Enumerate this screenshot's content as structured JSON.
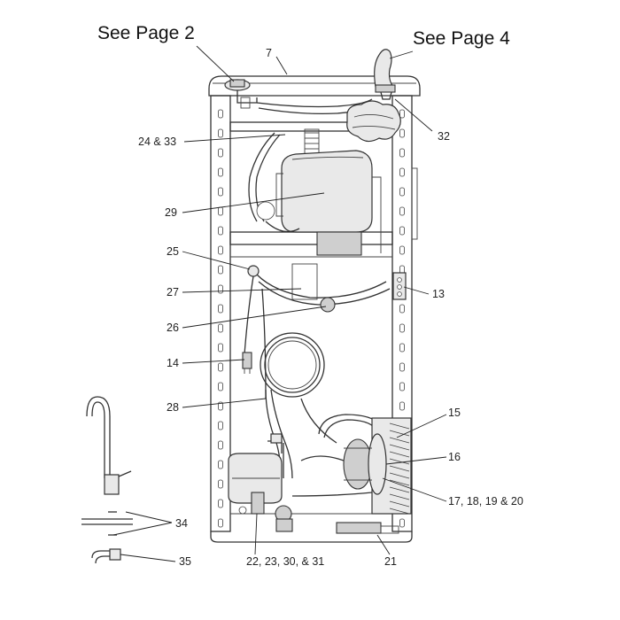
{
  "references": {
    "left": "See Page 2",
    "right": "See Page 4"
  },
  "callouts": {
    "c7": "7",
    "c24_33": "24 & 33",
    "c32": "32",
    "c29": "29",
    "c25": "25",
    "c13": "13",
    "c27": "27",
    "c26": "26",
    "c14": "14",
    "c28": "28",
    "c15": "15",
    "c16": "16",
    "c17_20": "17, 18, 19 & 20",
    "c34": "34",
    "c35": "35",
    "c22_31": "22, 23, 30, & 31",
    "c21": "21"
  }
}
